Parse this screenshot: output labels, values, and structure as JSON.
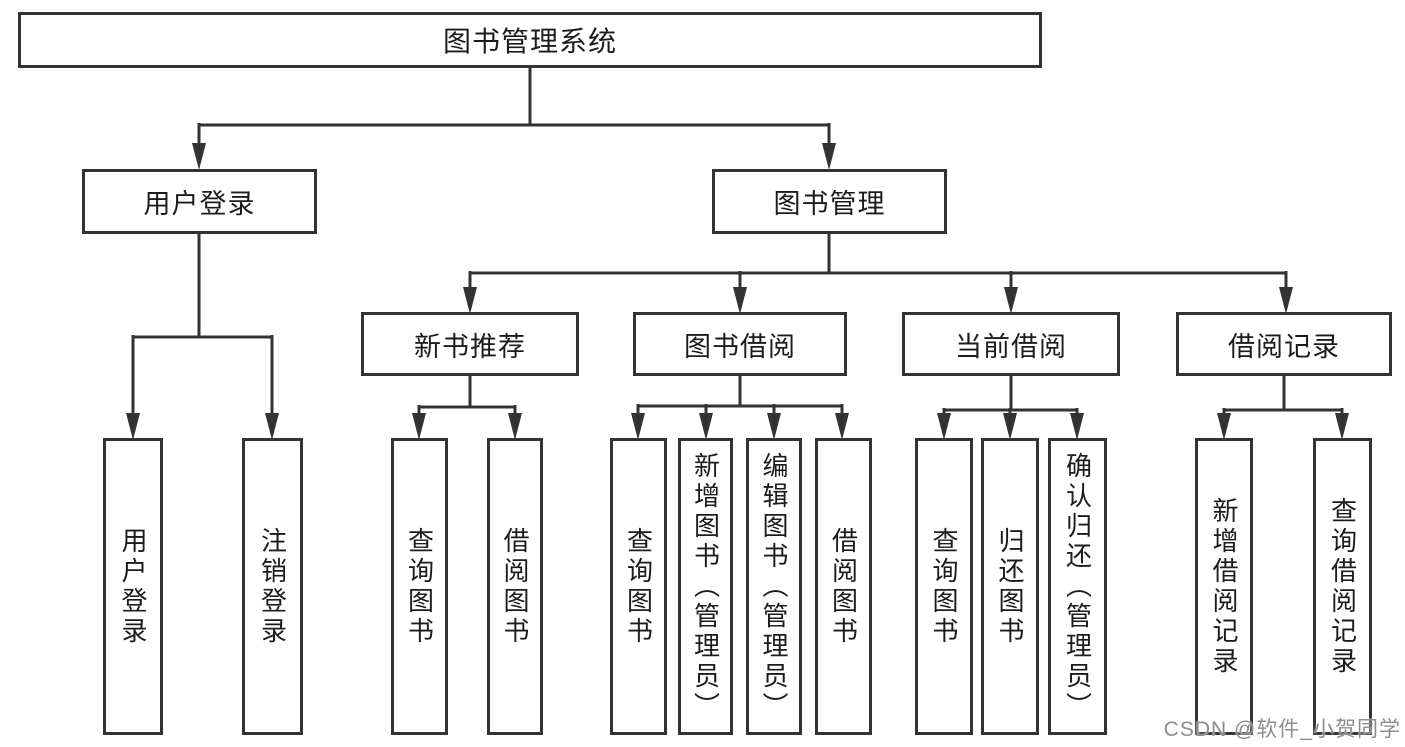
{
  "diagram_type": "hierarchy-tree",
  "tree": {
    "label": "图书管理系统",
    "children": [
      {
        "label": "用户登录",
        "children": [
          {
            "label": "用户登录"
          },
          {
            "label": "注销登录"
          }
        ]
      },
      {
        "label": "图书管理",
        "children": [
          {
            "label": "新书推荐",
            "children": [
              {
                "label": "查询图书"
              },
              {
                "label": "借阅图书"
              }
            ]
          },
          {
            "label": "图书借阅",
            "children": [
              {
                "label": "查询图书"
              },
              {
                "label": "新增图书（管理员）"
              },
              {
                "label": "编辑图书（管理员）"
              },
              {
                "label": "借阅图书"
              }
            ]
          },
          {
            "label": "当前借阅",
            "children": [
              {
                "label": "查询图书"
              },
              {
                "label": "归还图书"
              },
              {
                "label": "确认归还（管理员）"
              }
            ]
          },
          {
            "label": "借阅记录",
            "children": [
              {
                "label": "新增借阅记录"
              },
              {
                "label": "查询借阅记录"
              }
            ]
          }
        ]
      }
    ]
  },
  "watermark": {
    "text": "CSDN @软件_小贺同学"
  },
  "colors": {
    "background": "#ffffff",
    "line": "#333333",
    "box_border": "#333333",
    "text": "#1c1c1c",
    "watermark": "#8d8d8d"
  }
}
